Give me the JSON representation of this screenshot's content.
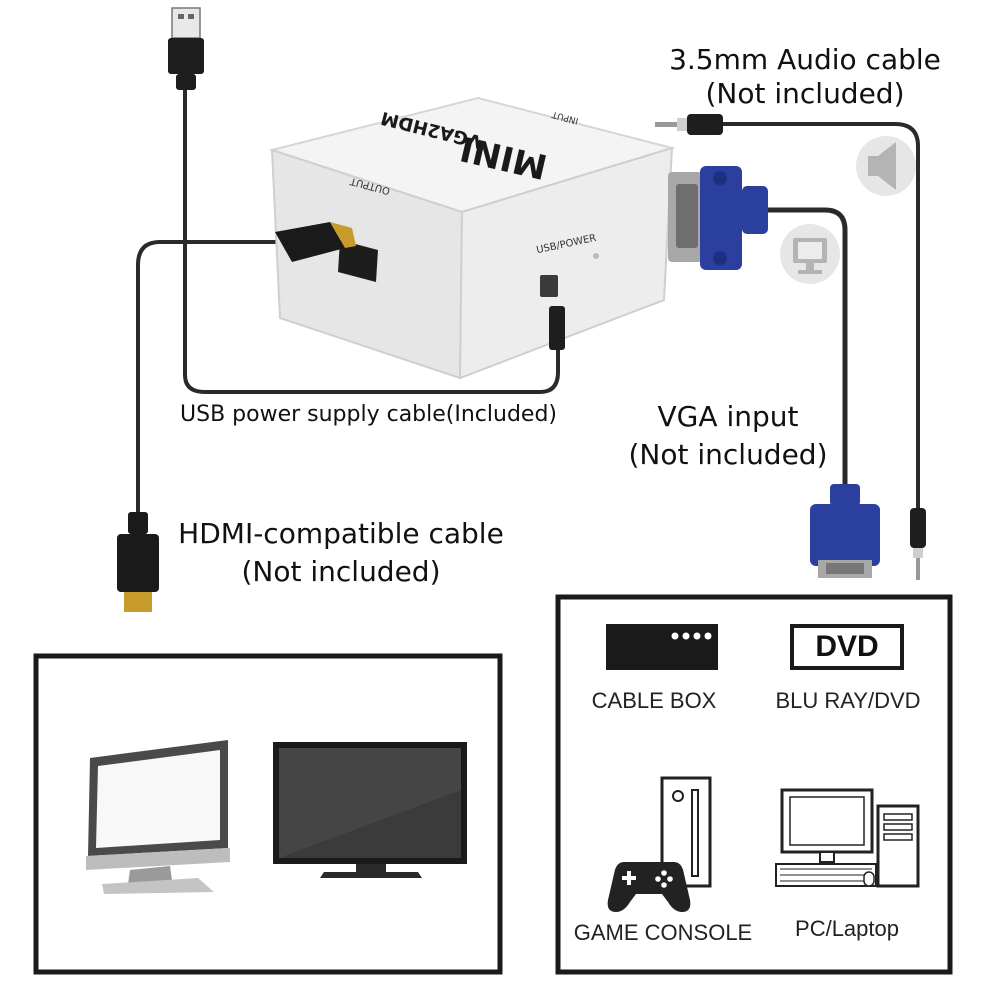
{
  "device": {
    "brand": "MINI",
    "model": "VGA2HDM",
    "port_output": "OUTPUT",
    "port_input": "INPUT",
    "port_power": "USB/POWER"
  },
  "callouts": {
    "audio_line1": "3.5mm Audio cable",
    "audio_line2": "(Not included)",
    "usb_power": "USB power supply cable(Included)",
    "vga_line1": "VGA input",
    "vga_line2": "(Not included)",
    "hdmi_line1": "HDMI-compatible cable",
    "hdmi_line2": "(Not included)"
  },
  "sources": {
    "cable_box": "CABLE BOX",
    "dvd_badge": "DVD",
    "bluray": "BLU RAY/DVD",
    "game_console": "GAME CONSOLE",
    "pc": "PC/Laptop"
  },
  "icons": [
    "speaker-icon",
    "monitor-icon",
    "usb-plug-icon",
    "hdmi-plug-icon",
    "vga-plug-icon",
    "audio-jack-icon",
    "gamepad-icon",
    "pc-tower-icon"
  ],
  "colors": {
    "cable": "#2a2a2a",
    "vga_blue": "#2b3f9e",
    "device_body": "#f2f2f2",
    "frame": "#1a1a1a"
  }
}
